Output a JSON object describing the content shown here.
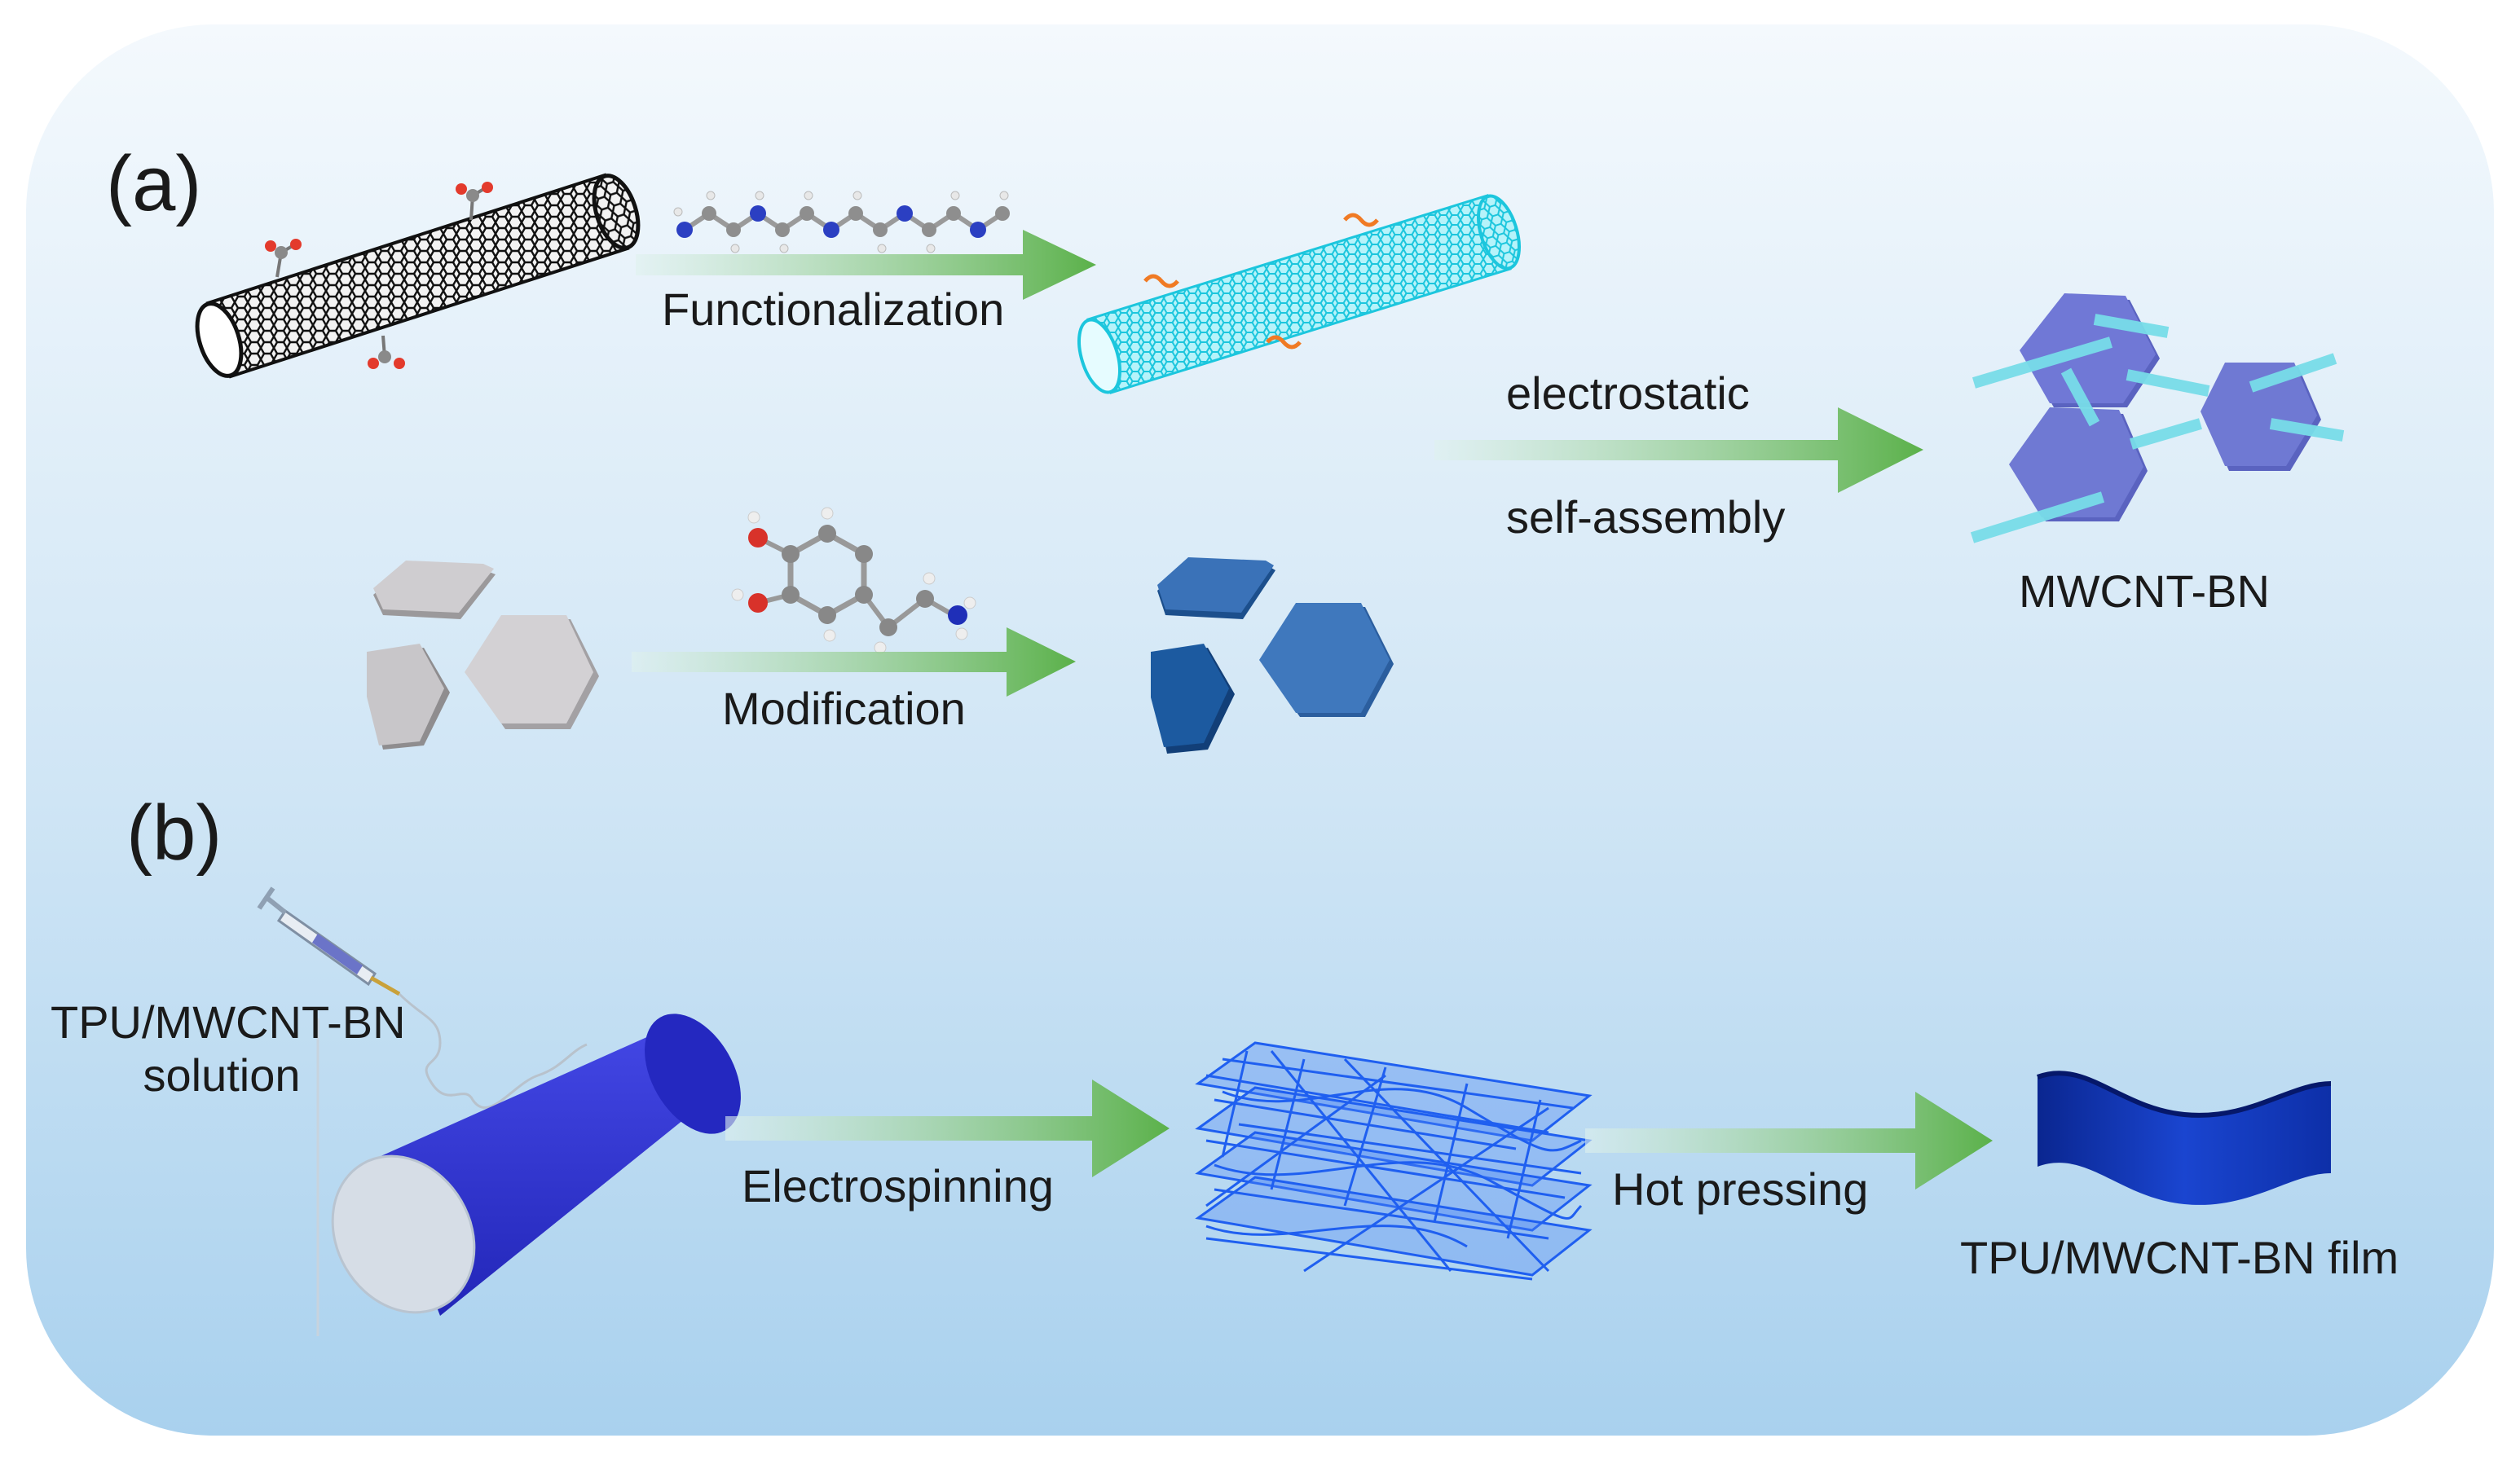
{
  "panel_a": {
    "label": "(a)",
    "step_functionalization": "Functionalization",
    "step_modification": "Modification",
    "assembly_line1": "electrostatic",
    "assembly_line2": "self-assembly",
    "product": "MWCNT-BN"
  },
  "panel_b": {
    "label": "(b)",
    "solution_line1": "TPU/MWCNT-BN",
    "solution_line2": "solution",
    "step_electrospinning": "Electrospinning",
    "step_hot_pressing": "Hot pressing",
    "product": "TPU/MWCNT-BN film"
  },
  "colors": {
    "panel_top": "#f4f9fd",
    "panel_bottom": "#a9d1ee",
    "arrow_start": "#d9eef0",
    "arrow_end": "#5bb14a",
    "cnt_black": "#111111",
    "cnt_cyan": "#3fd6e8",
    "bn_gray": "#cfcdd0",
    "bn_blue": "#3a72b8",
    "hybrid_purple": "#6f79d3",
    "drum_blue": "#3539d4",
    "mat_blue": "#1f5ff0",
    "film_blue": "#0d2fa8"
  }
}
